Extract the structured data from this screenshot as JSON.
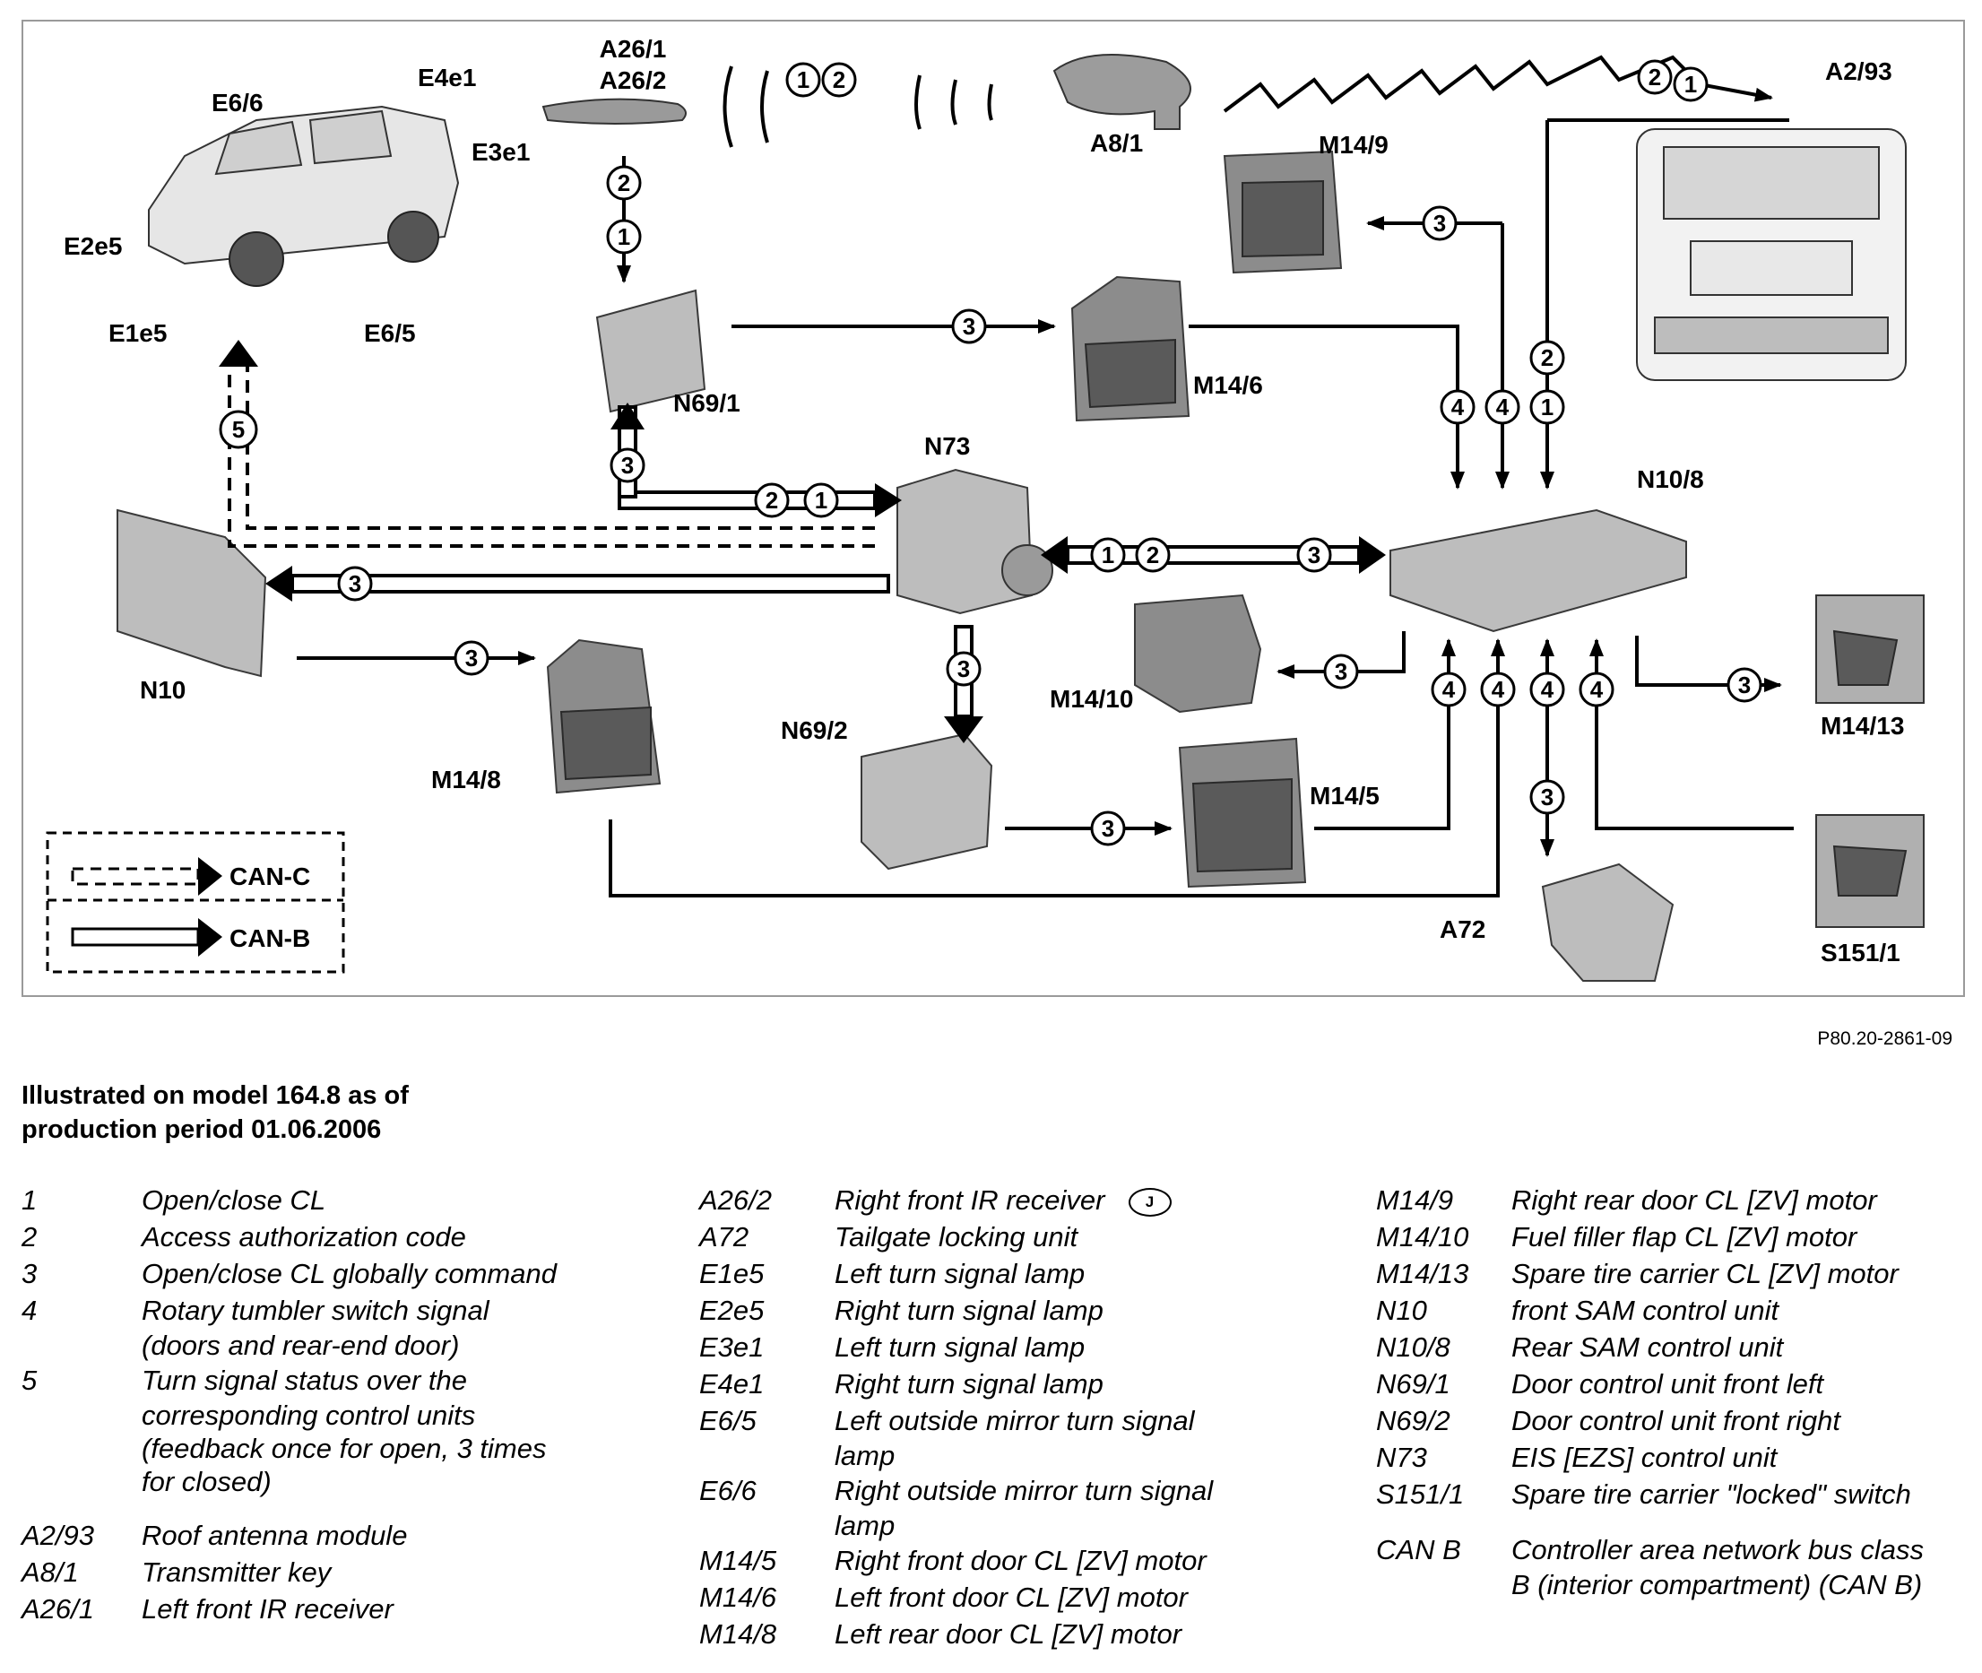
{
  "diagram": {
    "labels": {
      "a26_1": "A26/1",
      "a26_2": "A26/2",
      "a8_1": "A8/1",
      "a2_93": "A2/93",
      "e4e1": "E4e1",
      "e6_6": "E6/6",
      "e3e1": "E3e1",
      "e2e5": "E2e5",
      "e1e5": "E1e5",
      "e6_5": "E6/5",
      "m14_9": "M14/9",
      "m14_6": "M14/6",
      "n69_1": "N69/1",
      "n73": "N73",
      "n10_8": "N10/8",
      "n10": "N10",
      "m14_10": "M14/10",
      "m14_13": "M14/13",
      "n69_2": "N69/2",
      "m14_8": "M14/8",
      "m14_5": "M14/5",
      "a72": "A72",
      "s151_1": "S151/1"
    },
    "bus_legend": {
      "can_c": "CAN-C",
      "can_b": "CAN-B"
    },
    "markers": [
      "1",
      "2",
      "3",
      "4",
      "5"
    ],
    "reference": "P80.20-2861-09"
  },
  "caption": {
    "line1": "Illustrated on model 164.8 as of",
    "line2": "production period 01.06.2006"
  },
  "legend": {
    "col1": [
      {
        "code": "1",
        "desc": [
          "Open/close CL"
        ]
      },
      {
        "code": "2",
        "desc": [
          "Access authorization code"
        ]
      },
      {
        "code": "3",
        "desc": [
          "Open/close CL globally command"
        ]
      },
      {
        "code": "4",
        "desc": [
          "Rotary tumbler switch signal",
          "(doors and rear-end door)"
        ]
      },
      {
        "code": "5",
        "desc": [
          "Turn signal status over the",
          "corresponding control units",
          "(feedback once for open, 3 times",
          "for closed)"
        ]
      },
      {
        "code": "A2/93",
        "desc": [
          "Roof antenna module"
        ]
      },
      {
        "code": "A8/1",
        "desc": [
          "Transmitter key"
        ]
      },
      {
        "code": "A26/1",
        "desc": [
          "Left front IR receiver"
        ]
      }
    ],
    "col2": [
      {
        "code": "A26/2",
        "desc": [
          "Right front IR receiver"
        ],
        "symbol": "J"
      },
      {
        "code": "A72",
        "desc": [
          "Tailgate locking unit"
        ]
      },
      {
        "code": "E1e5",
        "desc": [
          "Left turn signal lamp"
        ]
      },
      {
        "code": "E2e5",
        "desc": [
          "Right turn signal lamp"
        ]
      },
      {
        "code": "E3e1",
        "desc": [
          "Left turn signal lamp"
        ]
      },
      {
        "code": "E4e1",
        "desc": [
          "Right turn signal lamp"
        ]
      },
      {
        "code": "E6/5",
        "desc": [
          "Left outside mirror turn signal",
          "lamp"
        ]
      },
      {
        "code": "E6/6",
        "desc": [
          "Right outside mirror turn signal",
          "lamp"
        ]
      },
      {
        "code": "M14/5",
        "desc": [
          "Right front door CL [ZV] motor"
        ]
      },
      {
        "code": "M14/6",
        "desc": [
          "Left front door CL [ZV] motor"
        ]
      },
      {
        "code": "M14/8",
        "desc": [
          "Left rear door CL [ZV] motor"
        ]
      }
    ],
    "col3": [
      {
        "code": "M14/9",
        "desc": [
          "Right rear door CL [ZV] motor"
        ]
      },
      {
        "code": "M14/10",
        "desc": [
          "Fuel filler flap CL [ZV] motor"
        ]
      },
      {
        "code": "M14/13",
        "desc": [
          "Spare tire carrier CL [ZV] motor"
        ]
      },
      {
        "code": "N10",
        "desc": [
          "front SAM control unit"
        ]
      },
      {
        "code": "N10/8",
        "desc": [
          "Rear SAM control unit"
        ]
      },
      {
        "code": "N69/1",
        "desc": [
          "Door control unit front left"
        ]
      },
      {
        "code": "N69/2",
        "desc": [
          "Door control unit front right"
        ]
      },
      {
        "code": "N73",
        "desc": [
          "EIS [EZS] control unit"
        ]
      },
      {
        "code": "S151/1",
        "desc": [
          "Spare tire carrier \"locked\" switch"
        ]
      },
      {
        "code": "CAN B",
        "desc": [
          "Controller area network bus class",
          "B (interior compartment) (CAN B)"
        ]
      }
    ]
  }
}
